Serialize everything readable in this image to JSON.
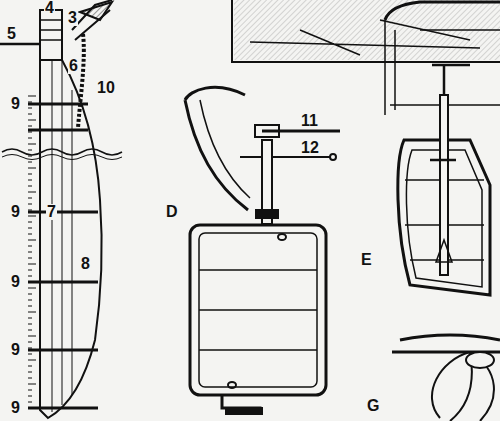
{
  "diagram": {
    "labels": [
      "4",
      "3",
      "5",
      "6",
      "10",
      "9",
      "7",
      "8",
      "9",
      "9",
      "9",
      "9",
      "11",
      "12",
      "D",
      "E",
      "G"
    ]
  }
}
